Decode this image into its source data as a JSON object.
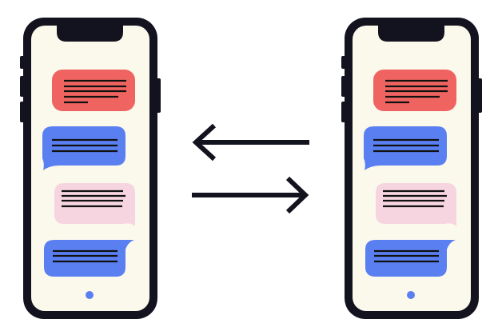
{
  "colors": {
    "background": "#ffffff",
    "phone_frame": "#13121f",
    "screen": "#fbf8ec",
    "bubble_red": "#ef6461",
    "bubble_blue": "#5a7ff1",
    "bubble_pink": "#f6d5e1",
    "text_lines": "#111111",
    "home_dot": "#5a7ff1",
    "arrow": "#13121f"
  },
  "phones": [
    {
      "icon": "smartphone-icon",
      "messages": [
        "incoming-red",
        "outgoing-blue",
        "incoming-pink",
        "outgoing-blue"
      ]
    },
    {
      "icon": "smartphone-icon",
      "messages": [
        "incoming-red",
        "outgoing-blue",
        "incoming-pink",
        "outgoing-blue"
      ]
    }
  ],
  "arrows": [
    {
      "icon": "arrow-left-icon",
      "direction": "left"
    },
    {
      "icon": "arrow-right-icon",
      "direction": "right"
    }
  ]
}
